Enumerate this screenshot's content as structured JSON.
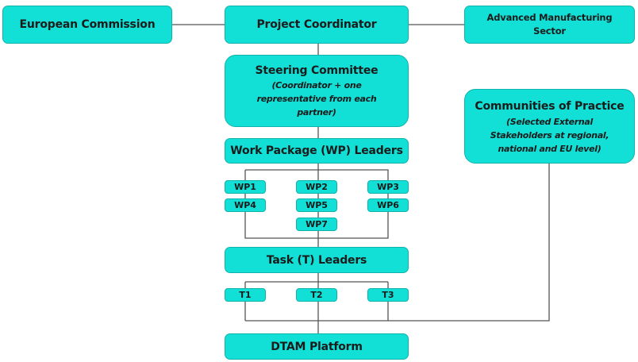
{
  "diagram": {
    "type": "organizational-chart",
    "nodes": {
      "european_commission": "European Commission",
      "project_coordinator": "Project Coordinator",
      "advanced_manufacturing": [
        "Advanced Manufacturing",
        "Sector"
      ],
      "steering_committee": {
        "title": "Steering Committee",
        "subtitle": [
          "(Coordinator + one",
          "representative from each",
          "partner)"
        ]
      },
      "communities_of_practice": {
        "title": "Communities of Practice",
        "subtitle": [
          "(Selected External",
          "Stakeholders at regional,",
          "national and EU level)"
        ]
      },
      "wp_leaders": "Work Package (WP) Leaders",
      "work_packages": [
        "WP1",
        "WP2",
        "WP3",
        "WP4",
        "WP5",
        "WP6",
        "WP7"
      ],
      "task_leaders": "Task (T) Leaders",
      "tasks": [
        "T1",
        "T2",
        "T3"
      ],
      "platform": "DTAM Platform"
    },
    "colors": {
      "node_fill": "#12e0d6",
      "node_border": "#0fb3ab",
      "connector": "#555555",
      "text": "#1b1b1b"
    }
  }
}
